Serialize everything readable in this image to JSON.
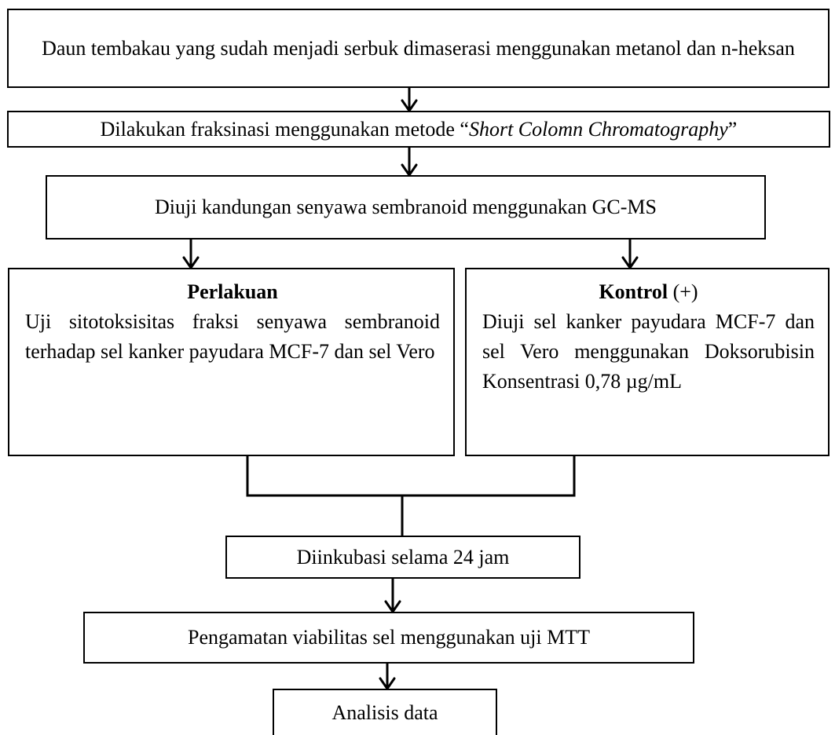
{
  "steps": {
    "step1": "Daun tembakau yang sudah menjadi serbuk dimaserasi menggunakan metanol dan n-heksan",
    "step2": {
      "before": "Dilakukan fraksinasi menggunakan metode “",
      "italic": "Short Colomn Chromatography",
      "after": "”"
    },
    "step3": "Diuji kandungan senyawa sembranoid menggunakan GC-MS",
    "perlakuan": {
      "title": "Perlakuan",
      "body": "Uji sitotoksisitas fraksi senyawa sembranoid terhadap sel kanker payudara MCF-7 dan sel Vero"
    },
    "kontrol": {
      "title": "Kontrol",
      "suffix": " (+)",
      "body": "Diuji sel kanker payudara MCF-7 dan sel Vero menggunakan Doksorubisin Konsentrasi 0,78 µg/mL"
    },
    "step5": "Diinkubasi selama 24 jam",
    "step6": "Pengamatan viabilitas sel menggunakan uji MTT",
    "step7": "Analisis data"
  },
  "colors": {
    "line": "#000000",
    "background": "#ffffff"
  }
}
